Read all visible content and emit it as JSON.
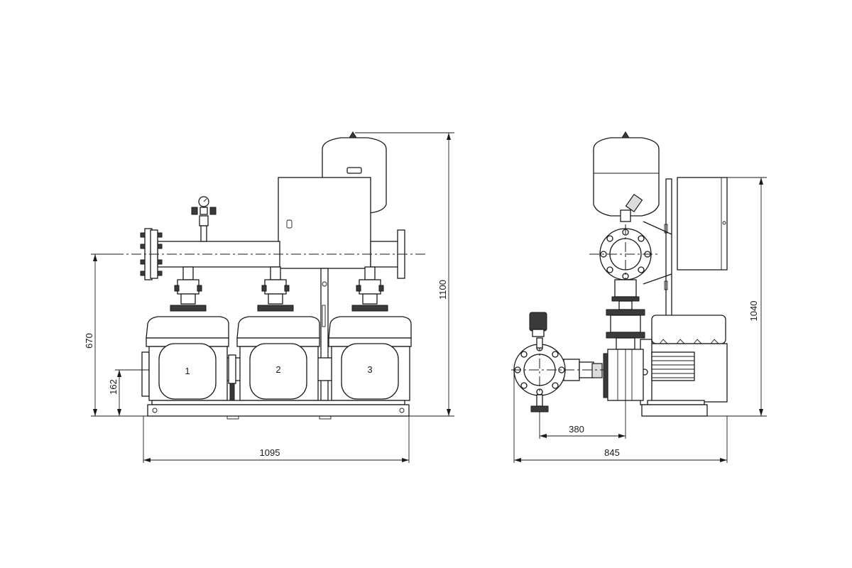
{
  "front_view": {
    "pump_numbers": [
      "1",
      "2",
      "3"
    ],
    "dim_width": "1095",
    "dim_height_axis": "670",
    "dim_height_inlet": "162",
    "dim_height_total": "1100"
  },
  "side_view": {
    "dim_width": "845",
    "dim_offset": "380",
    "dim_height": "1040"
  }
}
